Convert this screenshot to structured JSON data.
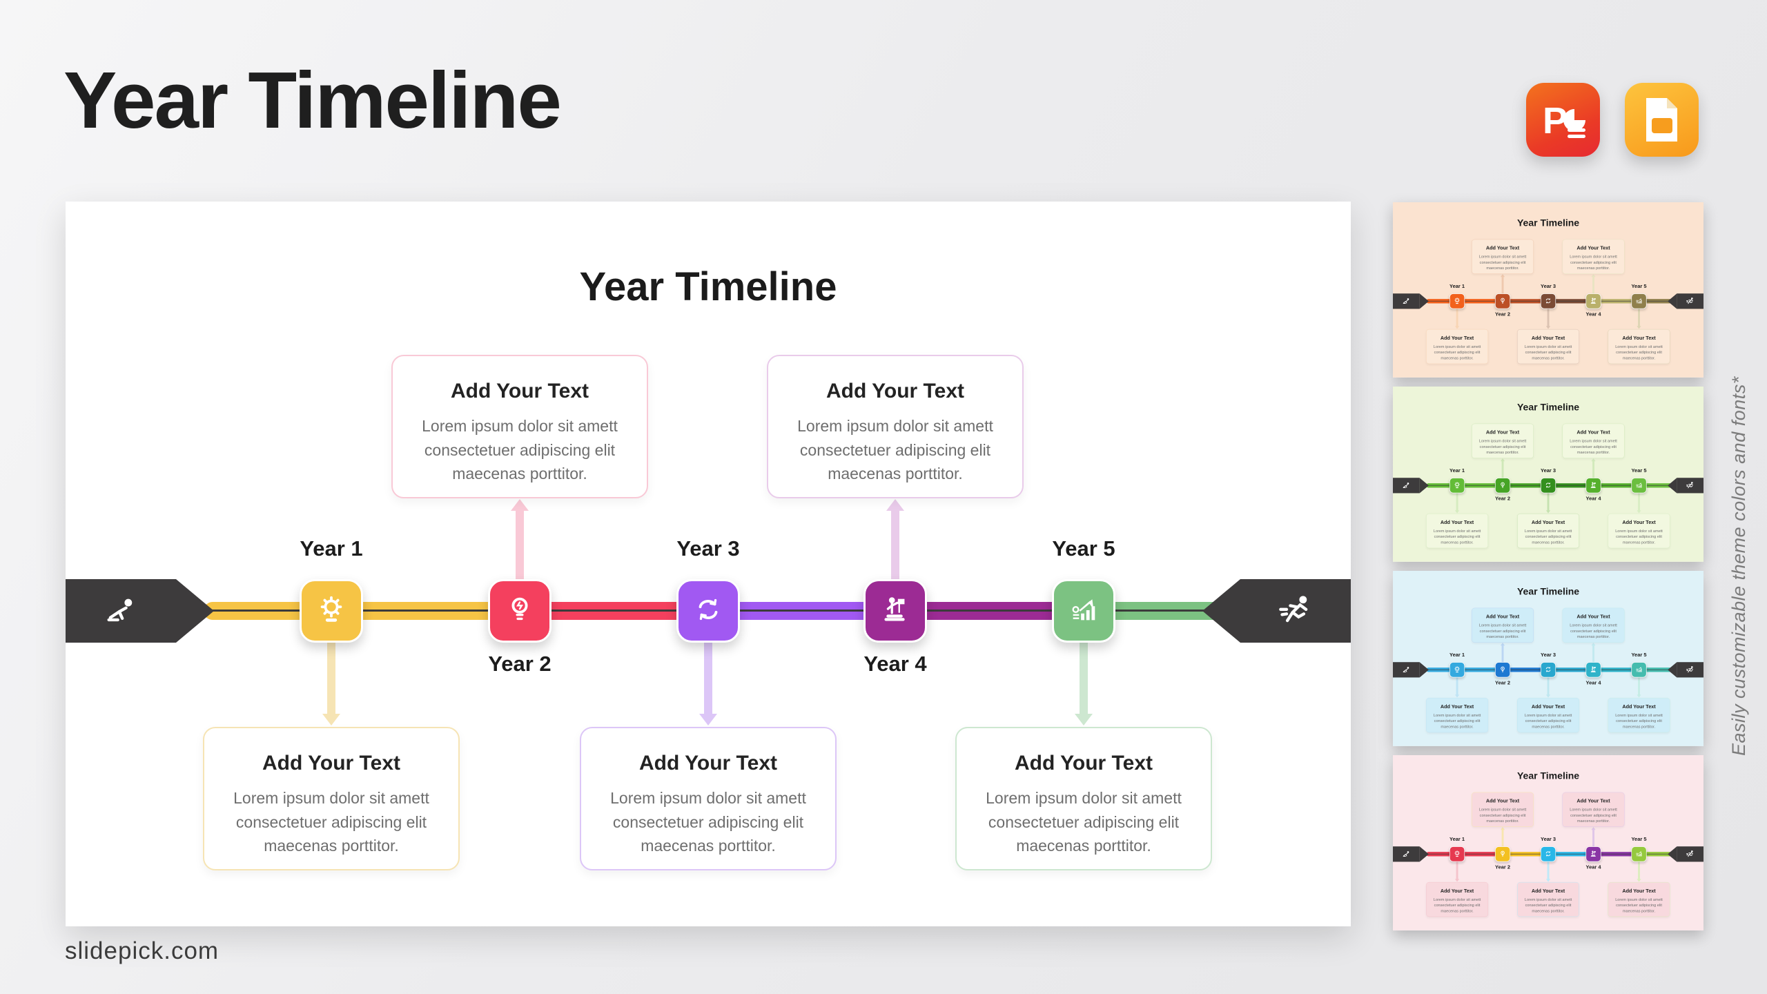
{
  "page": {
    "heading": "Year Timeline",
    "brand": "slidepick.com",
    "side_note": "Easily customizable theme colors and fonts*",
    "app_icons": [
      {
        "name": "powerpoint-icon",
        "color": "#E8352B"
      },
      {
        "name": "google-slides-icon",
        "color": "#F8A21D"
      }
    ]
  },
  "slide": {
    "title": "Year Timeline",
    "start_icon": "start-sprinter-icon",
    "end_icon": "finish-runner-icon",
    "banner_color": "#3d3b3c",
    "years": [
      {
        "label": "Year 1",
        "icon": "award-gear-icon",
        "label_position": "above"
      },
      {
        "label": "Year 2",
        "icon": "lightbulb-icon",
        "label_position": "below"
      },
      {
        "label": "Year 3",
        "icon": "hands-exchange-icon",
        "label_position": "above"
      },
      {
        "label": "Year 4",
        "icon": "flag-person-icon",
        "label_position": "below"
      },
      {
        "label": "Year 5",
        "icon": "growth-chart-icon",
        "label_position": "above"
      }
    ],
    "callout": {
      "heading": "Add Your Text",
      "body": "Lorem ipsum dolor sit amett consectetuer adipiscing elit maecenas porttitor."
    }
  },
  "themes": {
    "main": {
      "name": "default",
      "bg": "#FFFFFF",
      "callout_bg": "#FFFFFF",
      "colors": [
        "#F6C445",
        "#F4405E",
        "#A159F2",
        "#9C2B94",
        "#7CC282"
      ],
      "tints": [
        "#F6E4B4",
        "#F9C9D6",
        "#DCC6F7",
        "#E9CBEA",
        "#CDE7D0"
      ]
    },
    "thumbnails": [
      {
        "name": "orange",
        "bg": "#FBE3D0",
        "callout_bg": "#FCE9D8",
        "colors": [
          "#F2611C",
          "#BC5026",
          "#7B4B35",
          "#B9B06A",
          "#8F7F4B"
        ],
        "tints": [
          "#F8D5B5",
          "#EFC9AE",
          "#DCC3B2",
          "#E9E4C2",
          "#DED5B4"
        ]
      },
      {
        "name": "green",
        "bg": "#EDF5D9",
        "callout_bg": "#F2F8E0",
        "colors": [
          "#63BC37",
          "#46A425",
          "#338F1D",
          "#55B02C",
          "#6BBE3F"
        ],
        "tints": [
          "#D6ECC0",
          "#CFE8B8",
          "#C6E2B0",
          "#D2EABC",
          "#D9EEC4"
        ]
      },
      {
        "name": "blue",
        "bg": "#DFF2F8",
        "callout_bg": "#CFEDF8",
        "colors": [
          "#34A9DF",
          "#1E79D2",
          "#29A7CE",
          "#2FB3C9",
          "#44BCAE"
        ],
        "tints": [
          "#BFE4F5",
          "#BBD6F3",
          "#BFE7F0",
          "#C2EAF0",
          "#C6EDE6"
        ]
      },
      {
        "name": "pink",
        "bg": "#FBE7EA",
        "callout_bg": "#F8D9DE",
        "colors": [
          "#E63950",
          "#F3C021",
          "#29B7E8",
          "#8A35A5",
          "#95C93D"
        ],
        "tints": [
          "#F5C4CC",
          "#F8E6B0",
          "#BFE9F8",
          "#DFC6E8",
          "#DDEDBE"
        ]
      }
    ]
  }
}
